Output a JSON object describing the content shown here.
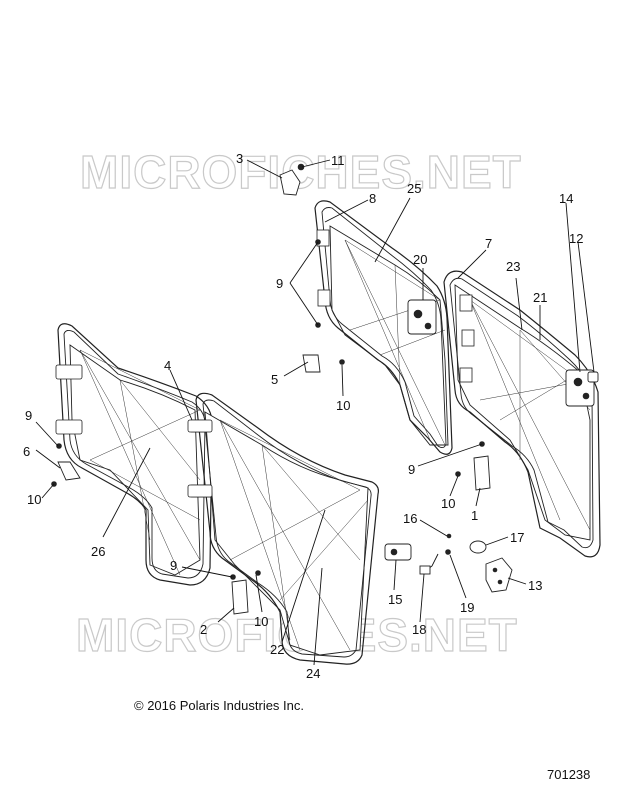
{
  "watermark": {
    "top_text": "MICROFICHES.NET",
    "bottom_text": "MICROFICHES.NET"
  },
  "callouts": [
    {
      "key": "c3",
      "label": "3"
    },
    {
      "key": "c11",
      "label": "11"
    },
    {
      "key": "c8",
      "label": "8"
    },
    {
      "key": "c25",
      "label": "25"
    },
    {
      "key": "c14",
      "label": "14"
    },
    {
      "key": "c12",
      "label": "12"
    },
    {
      "key": "c7",
      "label": "7"
    },
    {
      "key": "c23",
      "label": "23"
    },
    {
      "key": "c20",
      "label": "20"
    },
    {
      "key": "c21",
      "label": "21"
    },
    {
      "key": "c9a",
      "label": "9"
    },
    {
      "key": "c5",
      "label": "5"
    },
    {
      "key": "c10a",
      "label": "10"
    },
    {
      "key": "c4",
      "label": "4"
    },
    {
      "key": "c9b",
      "label": "9"
    },
    {
      "key": "c6",
      "label": "6"
    },
    {
      "key": "c10b",
      "label": "10"
    },
    {
      "key": "c26",
      "label": "26"
    },
    {
      "key": "c9c",
      "label": "9"
    },
    {
      "key": "c10c",
      "label": "10"
    },
    {
      "key": "c1",
      "label": "1"
    },
    {
      "key": "c16",
      "label": "16"
    },
    {
      "key": "c17",
      "label": "17"
    },
    {
      "key": "c13",
      "label": "13"
    },
    {
      "key": "c15",
      "label": "15"
    },
    {
      "key": "c19",
      "label": "19"
    },
    {
      "key": "c18",
      "label": "18"
    },
    {
      "key": "c9d",
      "label": "9"
    },
    {
      "key": "c2",
      "label": "2"
    },
    {
      "key": "c10d",
      "label": "10"
    },
    {
      "key": "c22",
      "label": "22"
    },
    {
      "key": "c24",
      "label": "24"
    }
  ],
  "copyright": "© 2016 Polaris Industries Inc.",
  "figure_id": "701238"
}
